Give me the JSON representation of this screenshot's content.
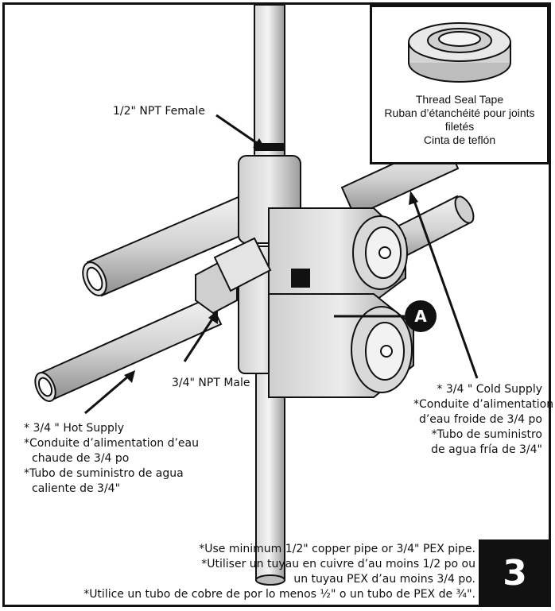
{
  "labels": {
    "npt_female": "1/2\" NPT Female",
    "npt_male": "3/4\" NPT Male",
    "cold_supply": [
      "* 3/4 \" Cold Supply",
      "*Conduite d’alimentation",
      "d’eau froide de 3/4 po",
      "*Tubo de suministro",
      "de agua fría de 3/4\""
    ],
    "hot_supply": [
      "* 3/4 \" Hot Supply",
      "*Conduite d’alimentation d’eau",
      "chaude de 3/4 po",
      "*Tubo de suministro de agua",
      "caliente de 3/4\""
    ]
  },
  "inset": {
    "lines": [
      "Thread Seal Tape",
      "Ruban d’étanchéité pour joints",
      "filetés",
      "Cinta de teflón"
    ]
  },
  "callout_letter": "A",
  "step_number": "3",
  "note_lines": [
    "*Use minimum 1/2\" copper pipe or 3/4\" PEX pipe.",
    "*Utiliser un tuyau en cuivre d’au moins 1/2 po ou",
    "un tuyau PEX d’au moins 3/4 po.",
    "*Utilice un tubo de cobre de por lo menos ½\" o un tubo de PEX de ¾\"."
  ]
}
